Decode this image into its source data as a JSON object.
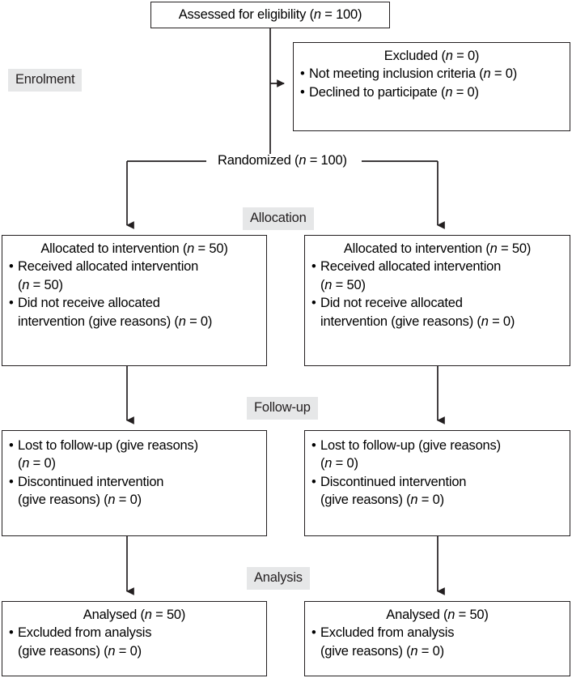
{
  "chart_data": {
    "type": "diagram",
    "title": "CONSORT participant flow diagram",
    "stages": [
      "Enrolment",
      "Allocation",
      "Follow-up",
      "Analysis"
    ],
    "counts": {
      "assessed_for_eligibility": 100,
      "excluded_total": 0,
      "not_meeting_inclusion_criteria": 0,
      "declined_to_participate": 0,
      "randomized": 100,
      "arm1_allocated": 50,
      "arm1_received": 50,
      "arm1_not_received": 0,
      "arm1_lost_to_followup": 0,
      "arm1_discontinued": 0,
      "arm1_analysed": 50,
      "arm1_excluded_from_analysis": 0,
      "arm2_allocated": 50,
      "arm2_received": 50,
      "arm2_not_received": 0,
      "arm2_lost_to_followup": 0,
      "arm2_discontinued": 0,
      "arm2_analysed": 50,
      "arm2_excluded_from_analysis": 0
    }
  },
  "colors": {
    "stroke": "#231f20",
    "label_background": "#e6e7e8",
    "box_background": "#ffffff",
    "text": "#000000"
  },
  "stage_labels": {
    "enrolment": "Enrolment",
    "allocation": "Allocation",
    "followup": "Follow-up",
    "analysis": "Analysis"
  },
  "assessed": {
    "text": "Assessed for eligibility (n = 100)"
  },
  "excluded": {
    "title": "Excluded (n = 0)",
    "items": [
      "Not meeting inclusion criteria (n = 0)",
      "Declined to participate (n = 0)"
    ]
  },
  "randomized": {
    "text": "Randomized (n = 100)"
  },
  "allocation_left": {
    "title": "Allocated to intervention (n = 50)",
    "item1_line1": "Received allocated intervention",
    "item1_line2": "(n = 50)",
    "item2_line1": "Did not receive allocated",
    "item2_line2": "intervention (give reasons) (n = 0)"
  },
  "allocation_right": {
    "title": "Allocated to intervention (n = 50)",
    "item1_line1": "Received allocated intervention",
    "item1_line2": "(n = 50)",
    "item2_line1": "Did not receive allocated",
    "item2_line2": "intervention (give reasons) (n = 0)"
  },
  "followup_left": {
    "item1_line1": "Lost to follow-up (give reasons)",
    "item1_line2": "(n = 0)",
    "item2_line1": "Discontinued intervention",
    "item2_line2": "(give reasons) (n = 0)"
  },
  "followup_right": {
    "item1_line1": "Lost to follow-up (give reasons)",
    "item1_line2": "(n = 0)",
    "item2_line1": "Discontinued intervention",
    "item2_line2": "(give reasons) (n = 0)"
  },
  "analysis_left": {
    "title": "Analysed (n = 50)",
    "item1_line1": "Excluded from analysis",
    "item1_line2": "(give reasons) (n = 0)"
  },
  "analysis_right": {
    "title": "Analysed (n = 50)",
    "item1_line1": "Excluded from analysis",
    "item1_line2": "(give reasons) (n = 0)"
  }
}
